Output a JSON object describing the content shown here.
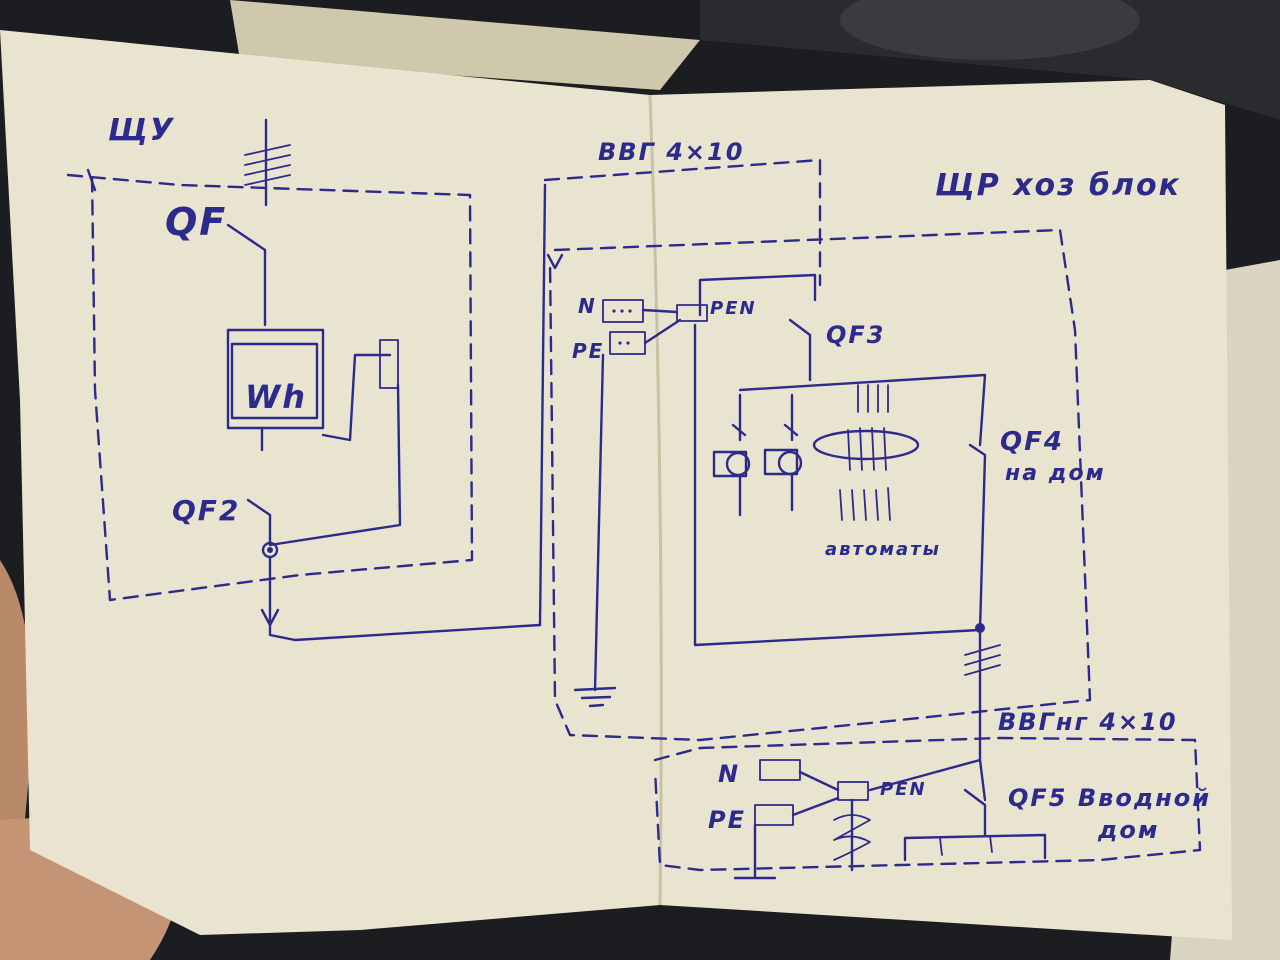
{
  "colors": {
    "ink": "#2c2a8c",
    "paper": "#e9e4cf",
    "paper_shadow": "#cfc8ac",
    "background": "#1c1d20"
  },
  "labels": {
    "shu": "ЩУ",
    "qf": "QF",
    "wh": "Wh",
    "qf2": "QF2",
    "cable_top": "ВВГ 4×10",
    "panel_title": "ЩР хоз блок",
    "n_top": "N",
    "pen_top": "PEN",
    "pe_top": "PE",
    "qf3": "QF3",
    "qf4": "QF4",
    "qf4_sub": "на дом",
    "breakers": "автоматы",
    "cable_bottom": "ВВГнг 4×10",
    "n_bottom": "N",
    "pen_bottom": "PEN",
    "pe_bottom": "PE",
    "qf5": "QF5 Вводной",
    "qf5_sub": "дом"
  }
}
